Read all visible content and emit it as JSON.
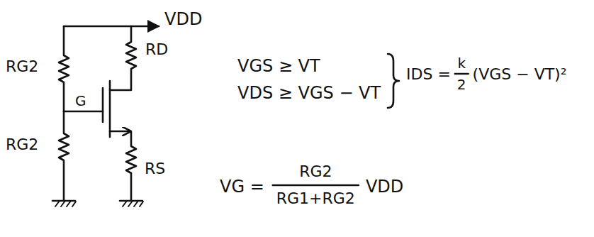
{
  "diagram": {
    "labels": [
      "VDD",
      "RG2",
      "RD",
      "G",
      "RG2",
      "RS",
      "VGS ≥ VT",
      "VDS ≥ VGS − VT",
      "IDS =",
      "k",
      "2",
      "(VGS − VT)²",
      "VG =",
      "RG2",
      "RG1+RG2",
      "VDD"
    ]
  }
}
